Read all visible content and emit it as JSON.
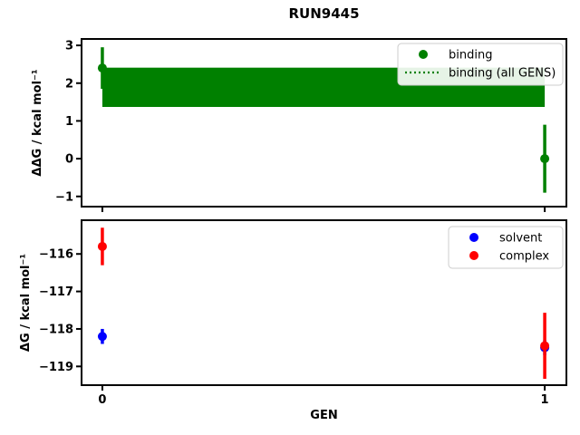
{
  "title": "RUN9445",
  "colors": {
    "binding": "#008000",
    "solvent": "#0000ff",
    "complex": "#ff0000",
    "spine": "#000000",
    "legend_border": "#cccccc",
    "background": "#ffffff"
  },
  "chart_data": [
    {
      "type": "scatter",
      "ylabel": "ΔΔG / kcal mol⁻¹",
      "xlabel": "",
      "xlim": [
        -0.047,
        1.049
      ],
      "ylim": [
        -1.27,
        3.17
      ],
      "yticks": [
        3,
        2,
        1,
        0,
        -1
      ],
      "yticklabels": [
        "3",
        "2",
        "1",
        "0",
        "−1"
      ],
      "xticks": [
        0,
        1
      ],
      "xticklabels": [],
      "grid": false,
      "band": {
        "label": "binding (all GENS)",
        "color": "#008000",
        "x_from": 0,
        "x_to": 1,
        "y_from": 1.37,
        "y_to": 2.41,
        "mean": 1.89,
        "linestyle": "dotted"
      },
      "series": [
        {
          "name": "binding",
          "color": "#008000",
          "marker": "circle",
          "x": [
            0,
            1
          ],
          "y": [
            2.4,
            0.0
          ],
          "yerr": [
            0.55,
            0.9
          ]
        }
      ],
      "legend": {
        "position": "upper right",
        "items": [
          {
            "label": "binding",
            "glyph": "dot",
            "color": "#008000"
          },
          {
            "label": "binding (all GENS)",
            "glyph": "dotted-line",
            "color": "#008000"
          }
        ]
      }
    },
    {
      "type": "scatter",
      "ylabel": "ΔG / kcal mol⁻¹",
      "xlabel": "GEN",
      "xlim": [
        -0.047,
        1.049
      ],
      "ylim": [
        -119.5,
        -115.1
      ],
      "yticks": [
        -116,
        -117,
        -118,
        -119
      ],
      "yticklabels": [
        "−116",
        "−117",
        "−118",
        "−119"
      ],
      "xticks": [
        0,
        1
      ],
      "xticklabels": [
        "0",
        "1"
      ],
      "grid": false,
      "series": [
        {
          "name": "solvent",
          "color": "#0000ff",
          "marker": "circle",
          "x": [
            0,
            1
          ],
          "y": [
            -118.2,
            -118.5
          ],
          "yerr": [
            0.2,
            0.2
          ]
        },
        {
          "name": "complex",
          "color": "#ff0000",
          "marker": "circle",
          "x": [
            0,
            1
          ],
          "y": [
            -115.8,
            -118.45
          ],
          "yerr": [
            0.5,
            0.88
          ]
        }
      ],
      "legend": {
        "position": "upper right",
        "items": [
          {
            "label": "solvent",
            "glyph": "dot",
            "color": "#0000ff"
          },
          {
            "label": "complex",
            "glyph": "dot",
            "color": "#ff0000"
          }
        ]
      }
    }
  ]
}
